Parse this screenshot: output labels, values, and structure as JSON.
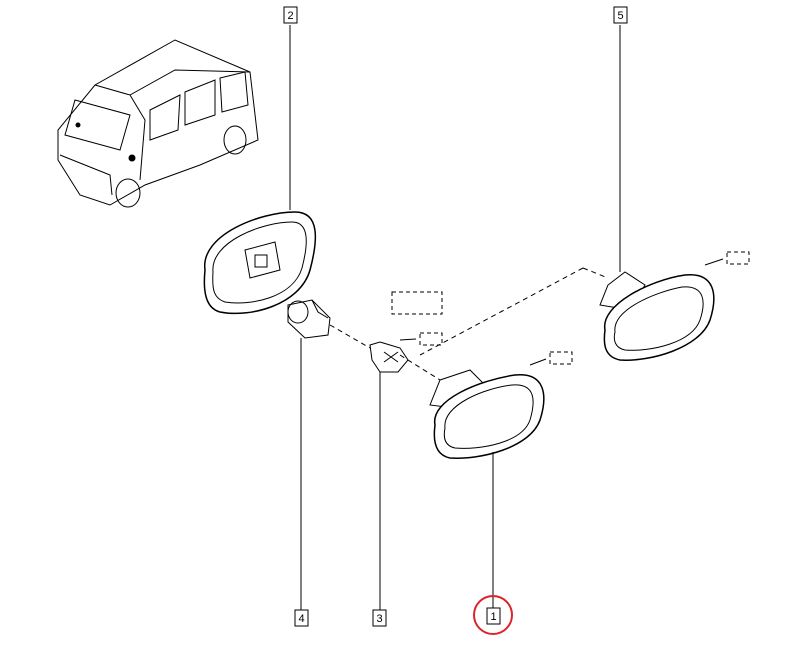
{
  "callouts": [
    {
      "id": "2",
      "text": "2"
    },
    {
      "id": "5",
      "text": "5"
    },
    {
      "id": "4",
      "text": "4"
    },
    {
      "id": "3",
      "text": "3"
    },
    {
      "id": "1",
      "text": "1",
      "highlighted": true
    }
  ],
  "colors": {
    "line": "#000000",
    "highlight": "#d9252b"
  }
}
